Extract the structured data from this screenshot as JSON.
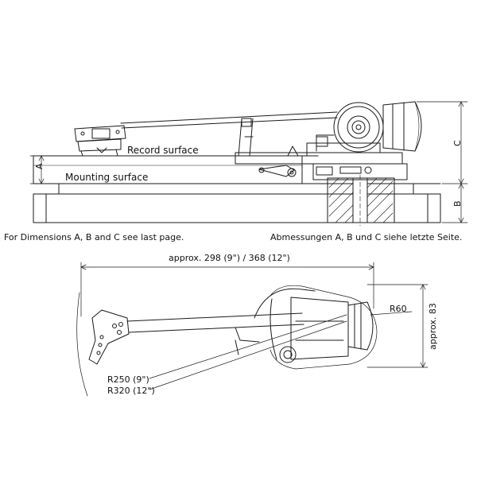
{
  "side_view": {
    "record_surface": "Record surface",
    "mounting_surface": "Mounting surface",
    "dim_a": "A",
    "dim_b": "B",
    "dim_c": "C"
  },
  "captions": {
    "english": "For Dimensions A, B and C see last page.",
    "german": "Abmessungen A, B und C siehe letzte Seite."
  },
  "top_view": {
    "length": "approx. 298 (9\") / 368 (12\")",
    "r60": "R60",
    "height": "approx. 83",
    "r250": "R250 (9\")",
    "r320": "R320 (12\")"
  }
}
